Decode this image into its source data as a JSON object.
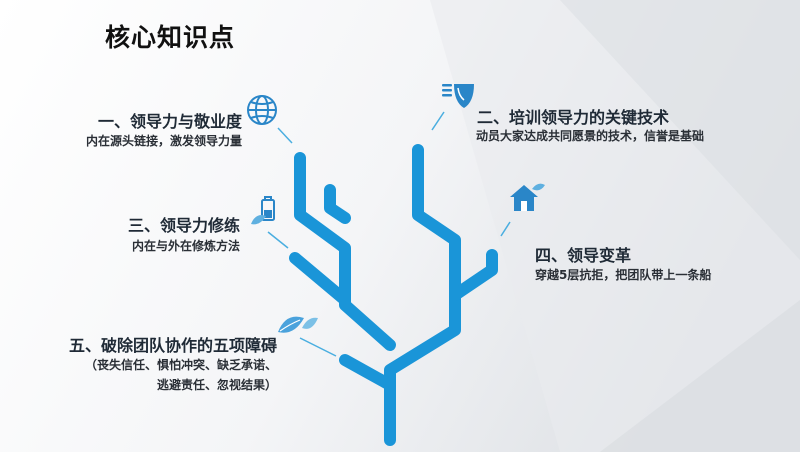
{
  "title": "核心知识点",
  "items": [
    {
      "heading": "一、领导力与敬业度",
      "desc": "内在源头链接，激发领导力量",
      "icon": "globe-icon"
    },
    {
      "heading": "二、培训领导力的关键技术",
      "desc": "动员大家达成共同愿景的技术，信誉是基础",
      "icon": "lightbulb-icon"
    },
    {
      "heading": "三、领导力修练",
      "desc": "内在与外在修炼方法",
      "icon": "battery-leaf-icon"
    },
    {
      "heading": "四、领导变革",
      "desc": "穿越5层抗拒，把团队带上一条船",
      "icon": "house-leaf-icon"
    },
    {
      "heading": "五、破除团队协作的五项障碍",
      "desc_lines": [
        "（丧失信任、惧怕冲突、缺乏承诺、",
        "逃避责任、忽视结果）"
      ],
      "icon": "leaf-icon"
    }
  ],
  "colors": {
    "tree": "#1a95d8",
    "connector": "#4aaee0",
    "icon": "#2a86c8",
    "leaf": "#5fb0e0"
  }
}
